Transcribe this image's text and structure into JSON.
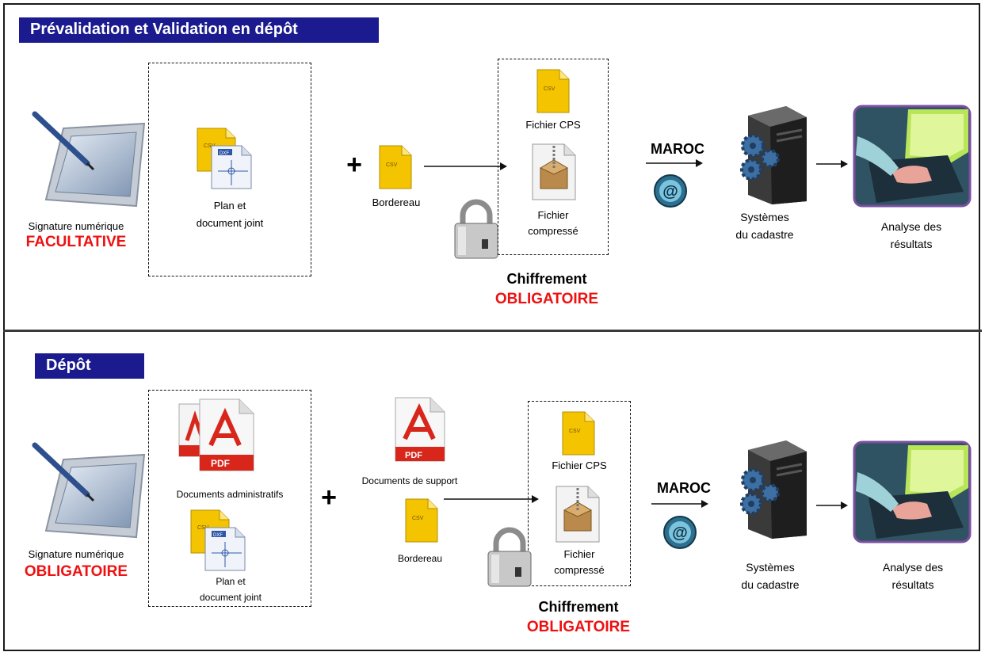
{
  "section1": {
    "title": "Prévalidation et Validation en dépôt",
    "signature_label": "Signature numérique",
    "signature_status": "FACULTATIVE",
    "plan_label_1": "Plan et",
    "plan_label_2": "document joint",
    "plus": "+",
    "bordereau_label": "Bordereau",
    "fichier_cps": "Fichier CPS",
    "fichier_compresse_1": "Fichier",
    "fichier_compresse_2": "compressé",
    "chiffrement": "Chiffrement",
    "chiffrement_status": "OBLIGATOIRE",
    "maroc": "MAROC",
    "systemes_1": "Systèmes",
    "systemes_2": "du cadastre",
    "analyse_1": "Analyse des",
    "analyse_2": "résultats"
  },
  "section2": {
    "title": "Dépôt",
    "signature_label": "Signature numérique",
    "signature_status": "OBLIGATOIRE",
    "docs_admin": "Documents administratifs",
    "plan_label_1": "Plan et",
    "plan_label_2": "document joint",
    "plus": "+",
    "docs_support": "Documents de support",
    "bordereau_label": "Bordereau",
    "fichier_cps": "Fichier CPS",
    "fichier_compresse_1": "Fichier",
    "fichier_compresse_2": "compressé",
    "chiffrement": "Chiffrement",
    "chiffrement_status": "OBLIGATOIRE",
    "maroc": "MAROC",
    "systemes_1": "Systèmes",
    "systemes_2": "du cadastre",
    "analyse_1": "Analyse des",
    "analyse_2": "résultats"
  },
  "icons": {
    "csv": "CSV",
    "dxf": "DXF",
    "pdf": "PDF",
    "at": "@"
  },
  "colors": {
    "title_bg": "#1b1b8f",
    "status_red": "#e11111",
    "csv_yellow": "#f5c400",
    "pdf_red": "#d8261b"
  }
}
